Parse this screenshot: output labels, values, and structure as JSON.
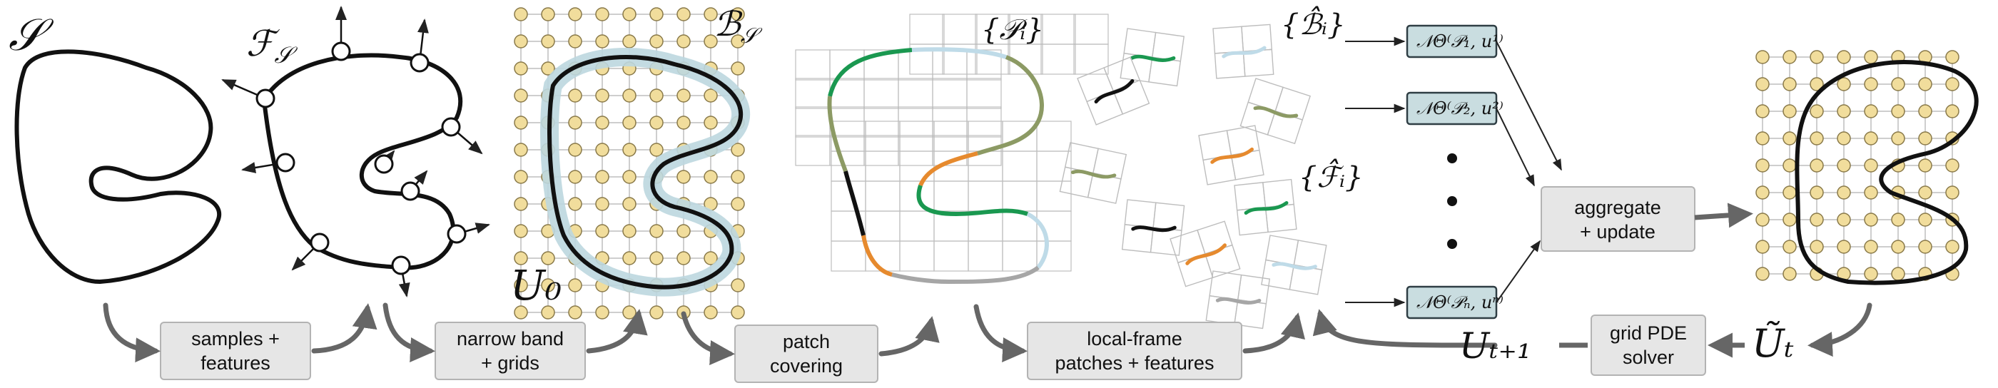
{
  "labels": {
    "S": "𝒮",
    "FS": "ℱ",
    "FS_sub": "𝒮",
    "BS": "ℬ",
    "BS_sub": "𝒮",
    "Pi": "{𝒫ᵢ}",
    "Bhat": "{ℬ̂ᵢ}",
    "Fhat": "{ℱ̂ᵢ}",
    "U0": "U₀",
    "Ut1": "Uₜ₊₁",
    "Utilde": "Ũₜ"
  },
  "steps": {
    "samples": [
      "samples +",
      "features"
    ],
    "narrow": [
      "narrow band",
      "+ grids"
    ],
    "patch": [
      "patch",
      "covering"
    ],
    "local": [
      "local-frame",
      "patches + features"
    ],
    "aggregate": [
      "aggregate",
      "+ update"
    ],
    "pde": [
      "grid PDE",
      "solver"
    ]
  },
  "networks": {
    "n1": "𝒩Θ⁽𝒫₁, u¹⁾",
    "n2": "𝒩Θ⁽𝒫₂, u²⁾",
    "nn": "𝒩Θ⁽𝒫ₙ, uⁿ⁾"
  },
  "colors": {
    "box_fill": "#e6e6e6",
    "box_stroke": "#b3b3b3",
    "net_fill": "#c9dde0",
    "net_stroke": "#2f3e44",
    "node_fill": "#f1dd9c",
    "node_stroke": "#8a7a4a",
    "band": "#bcd7df",
    "grid": "#bdbdbd",
    "green": "#1a9850",
    "lightblue": "#bfdbe8",
    "olive": "#8c9a64",
    "orange": "#e68a2e",
    "gray": "#a6a6a6",
    "arrow": "#666666"
  }
}
